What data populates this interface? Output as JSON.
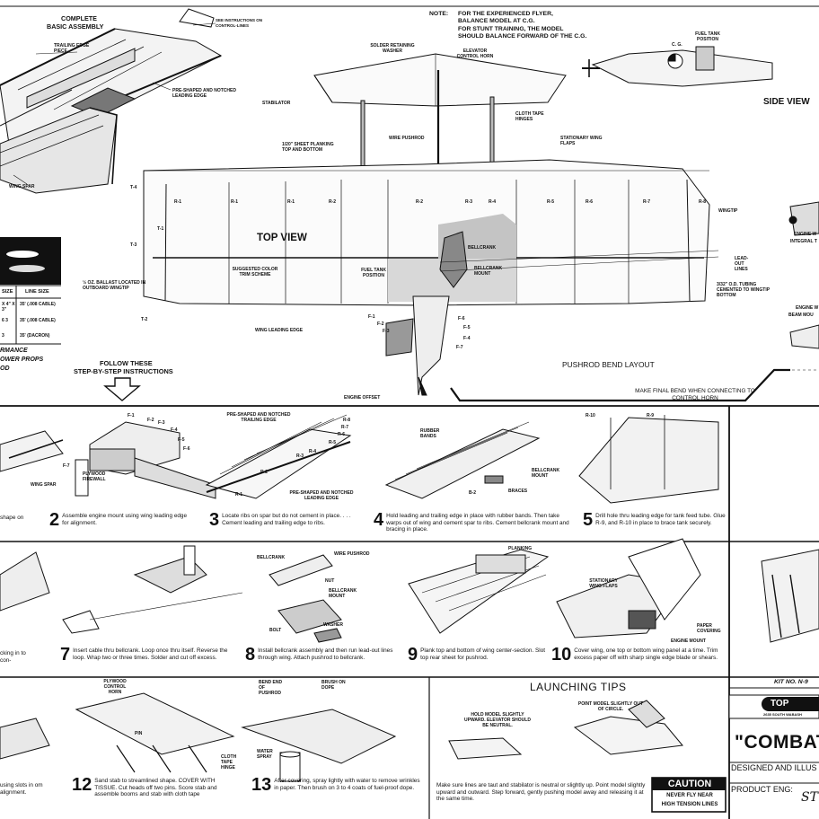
{
  "top": {
    "complete_title": "COMPLETE",
    "complete_sub": "BASIC ASSEMBLY",
    "see_instr": "SEE INSTRUCTIONS ON CONTROL-LINES",
    "trailing_edge_piece": "TRAILING EDGE PIECE",
    "preshaped_le": "PRE-SHAPED AND NOTCHED LEADING EDGE",
    "wing_spar": "WING SPAR",
    "note_title": "NOTE:",
    "note_lines": [
      "FOR THE EXPERIENCED FLYER,",
      "BALANCE MODEL AT C.G.",
      "FOR STUNT TRAINING, THE MODEL",
      "SHOULD BALANCE FORWARD OF THE C.G."
    ],
    "solder_washer": "SOLDER RETAINING WASHER",
    "elevator_horn": "ELEVATOR CONTROL HORN",
    "stabilator": "STABILATOR",
    "cloth_hinges": "CLOTH TAPE HINGES",
    "wire_pushrod": "WIRE PUSHROD",
    "stationary_flaps": "STATIONARY WING FLAPS",
    "sheet_planking": "1/20\" SHEET PLANKING TOP AND BOTTOM",
    "top_view": "TOP VIEW",
    "cg": "C. G.",
    "fuel_tank_position": "FUEL TANK POSITION",
    "side_view": "SIDE VIEW",
    "wingtip": "WINGTIP",
    "bellcrank": "BELLCRANK",
    "bellcrank_mount": "BELLCRANK MOUNT",
    "fuel_tank_pos2": "FUEL TANK POSITION",
    "suggested_color": "SUGGESTED COLOR TRIM SCHEME",
    "ballast": "½ OZ. BALLAST LOCATED IN OUTBOARD WINGTIP",
    "lead_out": "LEAD-OUT LINES",
    "tubing": "3/32\" O.D. TUBING CEMENTED TO WINGTIP BOTTOM",
    "engine_w": "ENGINE W",
    "integral_t": "INTEGRAL T",
    "engine_w2": "ENGINE W",
    "beam_mou": "BEAM MOU",
    "wing_le": "WING LEADING EDGE",
    "engine_offset": "ENGINE OFFSET",
    "pushrod_bend": "PUSHROD BEND LAYOUT",
    "final_bend": "MAKE FINAL BEND WHEN CONNECTING TO CONTROL HORN",
    "follow": "FOLLOW THESE",
    "step_by_step": "STEP-BY-STEP INSTRUCTIONS",
    "ribs": [
      "T-4",
      "R-1",
      "R-1",
      "R-1",
      "R-2",
      "R-2",
      "R-3",
      "R-4",
      "R-5",
      "R-6",
      "R-7",
      "R-8",
      "T-3",
      "T-1",
      "T-2",
      "F-1",
      "F-2",
      "F-3",
      "F-4",
      "F-5",
      "F-6",
      "F-7"
    ]
  },
  "left_table": {
    "size_hdr": "SIZE",
    "line_size_hdr": "LINE SIZE",
    "rows": [
      {
        "size": "x 4\" x 3\"",
        "line": "35' (.008 CABLE)"
      },
      {
        "size": "6 3",
        "line": "35' (.008 CABLE)"
      },
      {
        "size": "3",
        "line": "35' (DACRON)"
      }
    ],
    "perf1": "RMANCE",
    "perf2": "OWER PROPS",
    "perf3": "OD"
  },
  "steps": [
    {
      "num": "",
      "text": "shape on"
    },
    {
      "num": "2",
      "text": "Assemble engine mount using wing leading edge for alignment."
    },
    {
      "num": "3",
      "text": "Locate ribs on spar but do not cement in place. . . . Cement leading and trailing edge to ribs."
    },
    {
      "num": "4",
      "text": "Hold leading and trailing edge in place with rubber bands. Then take warps out of wing and cement spar to ribs. Cement bellcrank mount and bracing in place."
    },
    {
      "num": "5",
      "text": "Drill hole thru leading edge for tank feed tube. Glue R-9, and R-10 in place to brace tank securely."
    },
    {
      "num": "",
      "text": "cking in to con-"
    },
    {
      "num": "7",
      "text": "Insert cable thru bellcrank. Loop once thru itself. Reverse the loop. Wrap two or three times. Solder and cut off excess."
    },
    {
      "num": "8",
      "text": "Install bellcrank assembly and then run lead-out lines through wing. Attach pushrod to bellcrank."
    },
    {
      "num": "9",
      "text": "Plank top and bottom of wing center-section. Slot top rear sheet for pushrod."
    },
    {
      "num": "10",
      "text": "Cover wing, one top or bottom wing panel at a time. Trim excess paper off with sharp single edge blade or shears."
    },
    {
      "num": "",
      "text": "using slots in om alignment."
    },
    {
      "num": "12",
      "text": "Sand stab to streamlined shape. COVER WITH TISSUE. Cut heads off two pins. Score stab and assemble booms and stab with cloth tape"
    },
    {
      "num": "13",
      "text": "After covering, spray lightly with water to remove wrinkles in paper. Then brush on 3 to 4 coats of fuel-proof dope."
    }
  ],
  "step_labels": {
    "wing_spar": "WING SPAR",
    "plywood_firewall": "PLYWOOD FIREWALL",
    "f7": "F-7",
    "f_labels": [
      "F-1",
      "F-2",
      "F-3",
      "F-4",
      "F-5",
      "F-6"
    ],
    "preshaped_te": "PRE-SHAPED AND NOTCHED TRAILING EDGE",
    "preshaped_le": "PRE-SHAPED AND NOTCHED LEADING EDGE",
    "r_labels": [
      "R-1",
      "R-2",
      "R-3",
      "R-4",
      "R-5",
      "R-6",
      "R-7",
      "R-8"
    ],
    "rubber_bands": "RUBBER BANDS",
    "bellcrank_mount": "BELLCRANK MOUNT",
    "b2": "B-2",
    "braces": "BRACES",
    "r10": "R-10",
    "r9": "R-9",
    "bellcrank": "BELLCRANK",
    "wire_pushrod": "WIRE PUSHROD",
    "nut": "NUT",
    "bellcrank_mount2": "BELLCRANK MOUNT",
    "washer": "WASHER",
    "bolt": "BOLT",
    "planking": "PLANKING",
    "stationary_flaps": "STATIONARY WING FLAPS",
    "paper_covering": "PAPER COVERING",
    "engine_mount": "ENGINE MOUNT",
    "plywood_horn": "PLYWOOD CONTROL HORN",
    "pin": "PIN",
    "cloth_hinge": "CLOTH TAPE HINGE",
    "bend_end": "BEND END OF PUSHROD",
    "brush_dope": "BRUSH ON DOPE",
    "water_spray": "WATER SPRAY"
  },
  "launching": {
    "title": "LAUNCHING TIPS",
    "hold": "HOLD MODEL SLIGHTLY UPWARD. ELEVATOR SHOULD BE NEUTRAL.",
    "point": "POINT MODEL SLIGHTLY OUT OF CIRCLE.",
    "text": "Make sure lines are taut and stabilator is neutral or slightly up. Point model slightly upward and outward. Step forward, gently pushing model away and releasing it at the same time."
  },
  "caution": {
    "title": "CAUTION",
    "line1": "NEVER FLY NEAR",
    "line2": "HIGH TENSION LINES"
  },
  "title_block": {
    "kit": "KIT No. N-9",
    "brand": "TOP",
    "address": "2635 South Wabash",
    "combat": "\"COMBAT",
    "designed": "DESIGNED AND ILLUS",
    "product_eng": "PRODUCT ENG:",
    "signature": "St"
  }
}
